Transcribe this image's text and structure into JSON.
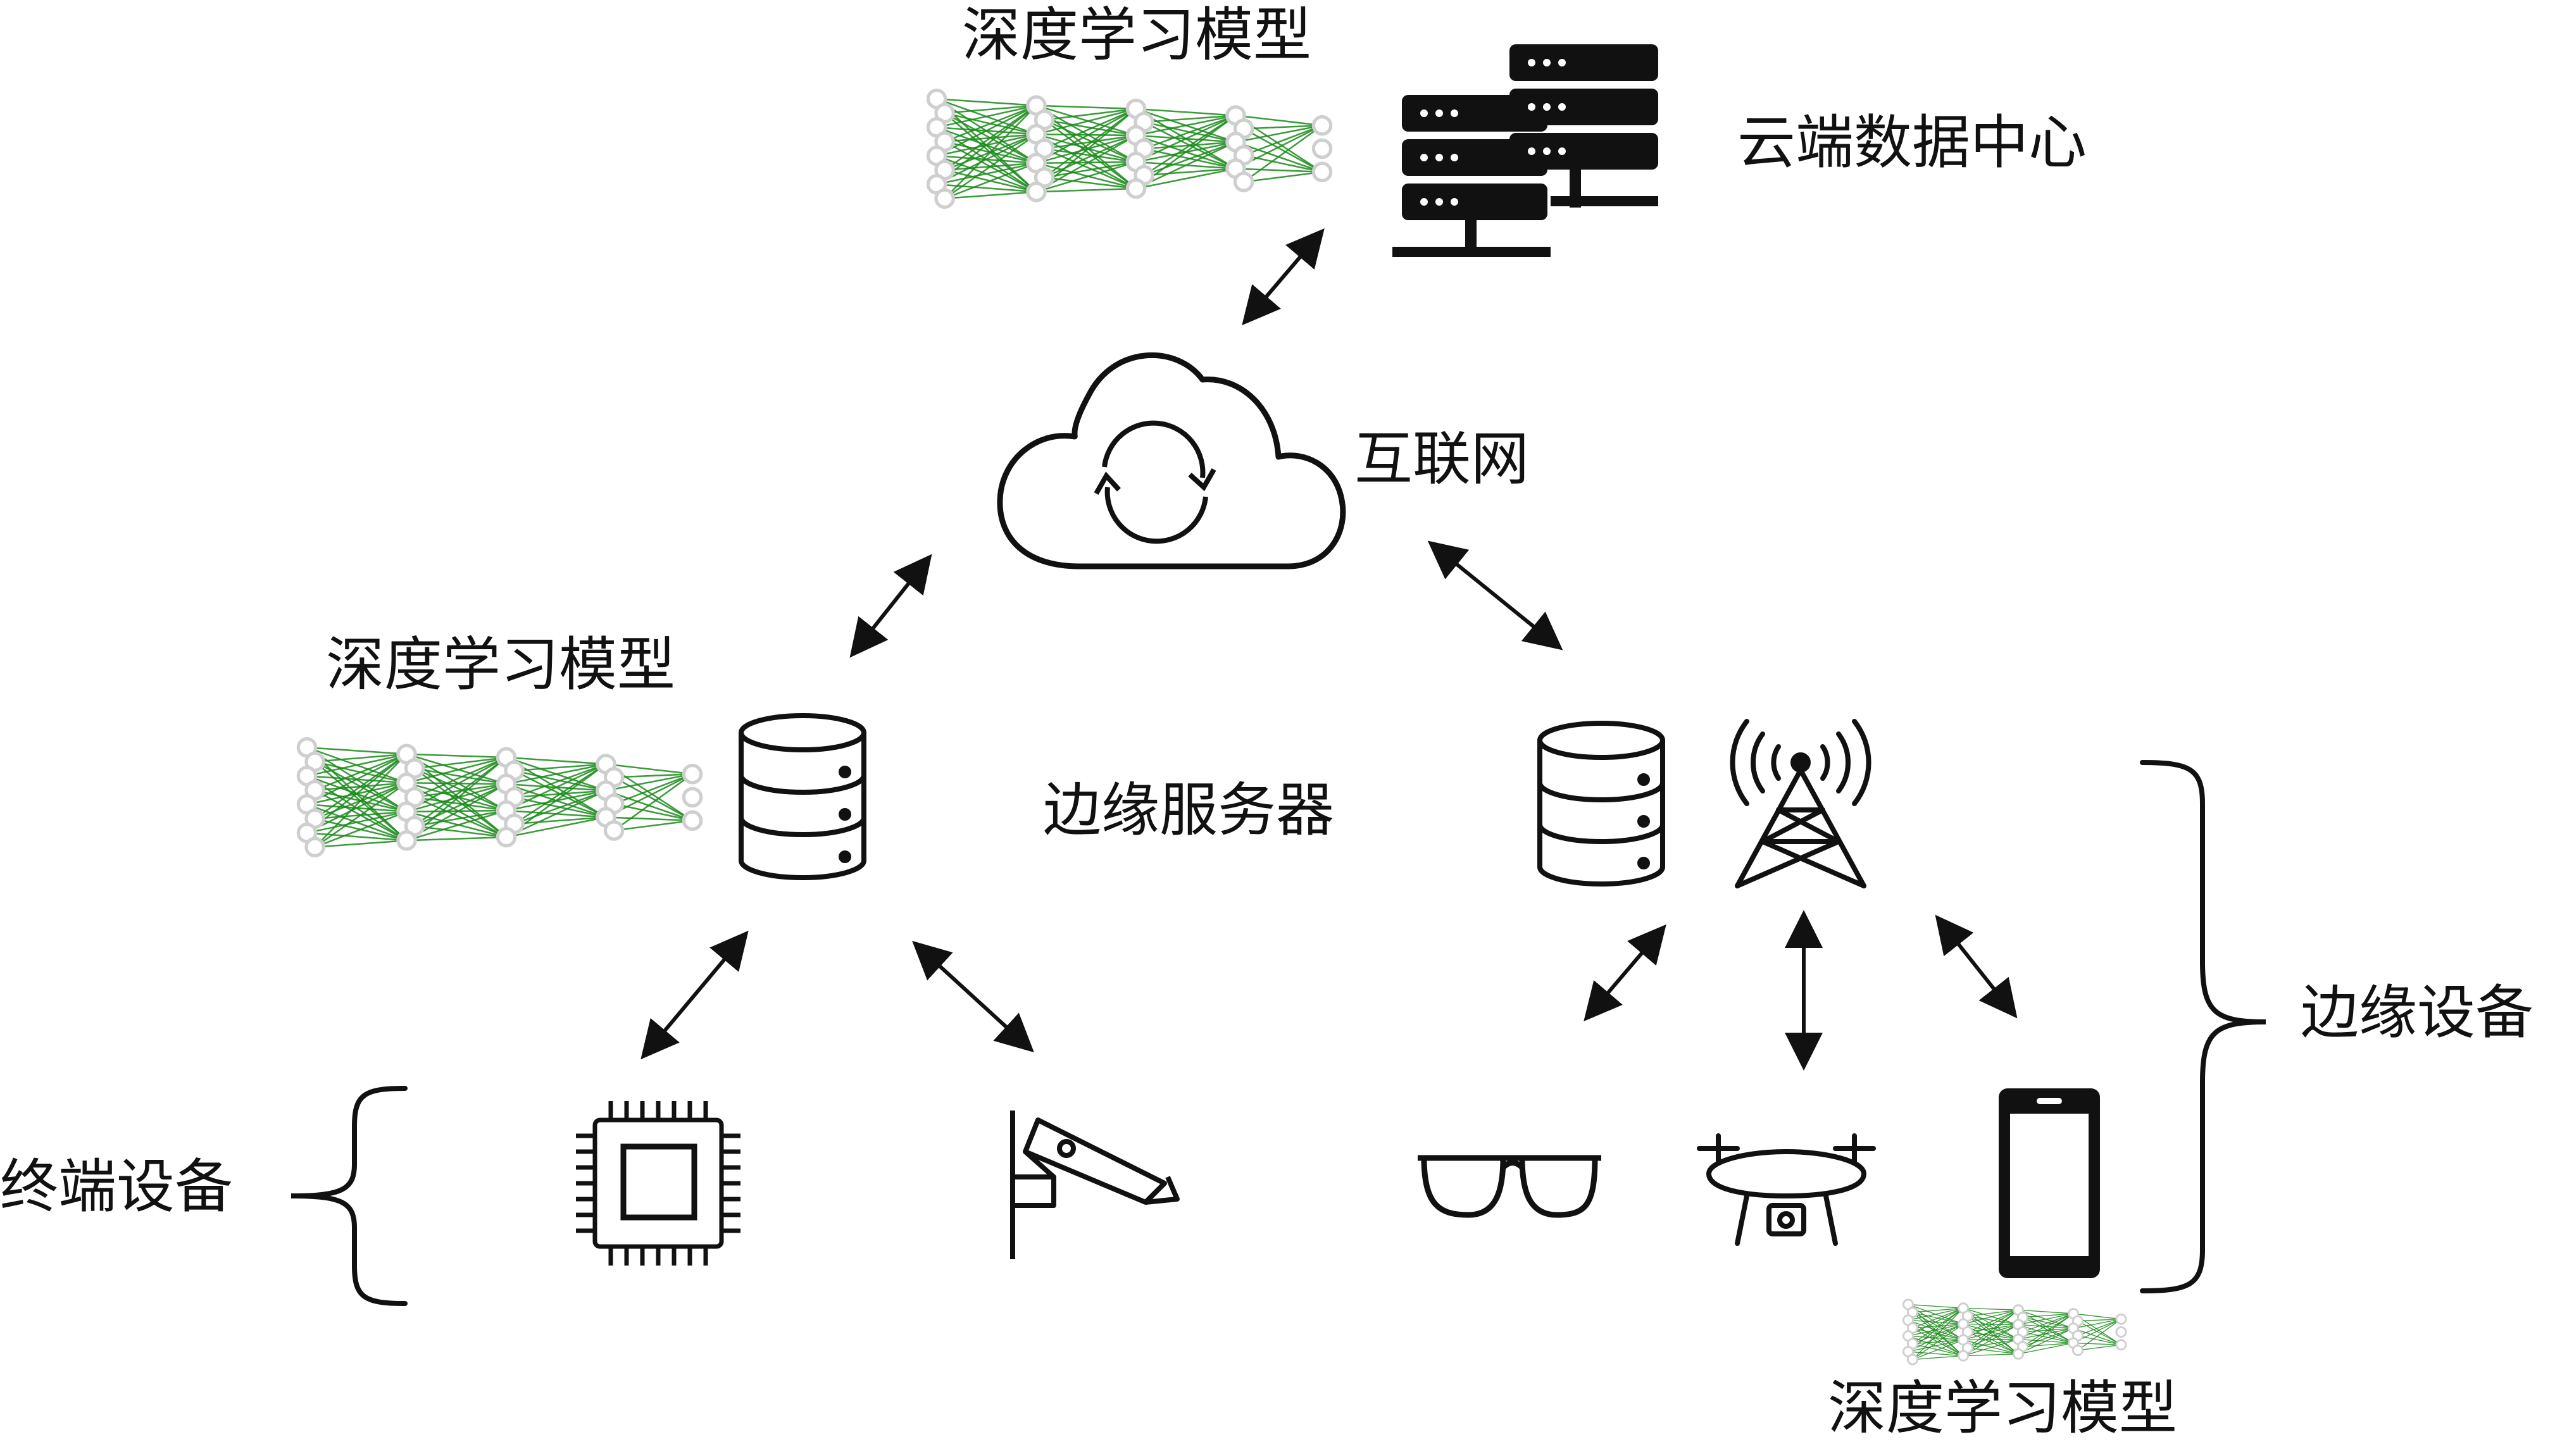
{
  "labels": {
    "model_cloud": "深度学习模型",
    "cloud_datacenter": "云端数据中心",
    "internet": "互联网",
    "model_edge_server": "深度学习模型",
    "edge_server": "边缘服务器",
    "terminal_devices": "终端设备",
    "edge_devices": "边缘设备",
    "model_edge_device": "深度学习模型"
  },
  "icons": [
    "server-rack-icon",
    "cloud-sync-icon",
    "database-icon",
    "cell-tower-icon",
    "chip-icon",
    "security-camera-icon",
    "glasses-icon",
    "drone-icon",
    "smartphone-icon",
    "neural-network-icon"
  ],
  "colors": {
    "ink": "#111111",
    "network_green": "#1a8a1a",
    "network_gray": "#cfcfcf"
  }
}
